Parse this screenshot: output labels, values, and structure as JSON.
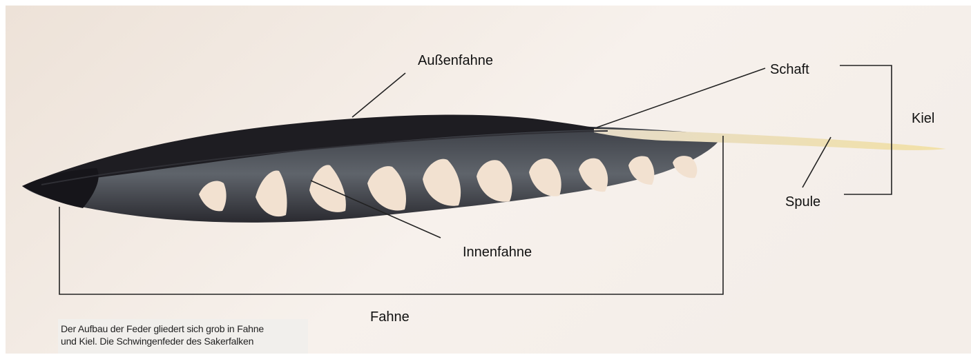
{
  "labels": {
    "aussenfahne": "Außenfahne",
    "schaft": "Schaft",
    "kiel": "Kiel",
    "spule": "Spule",
    "innenfahne": "Innenfahne",
    "fahne": "Fahne"
  },
  "caption": {
    "line1": "Der Aufbau der Feder gliedert sich grob in Fahne",
    "line2": "und Kiel. Die Schwingenfeder des Sakerfalken"
  },
  "colors": {
    "background": "#f3ece6",
    "feather_dark": "#1f1e24",
    "feather_mid": "#5e6268",
    "spots": "#f2e1d0",
    "quill": "#efe2b4",
    "lines": "#222222"
  }
}
